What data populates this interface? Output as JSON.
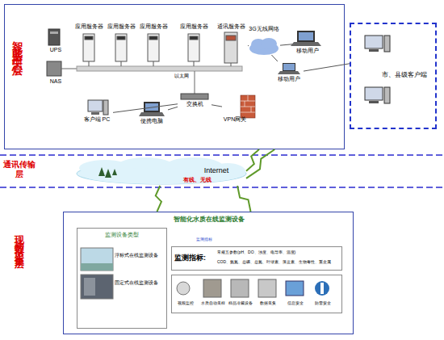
{
  "diagram": {
    "nodes": [
      {
        "text": [
          "智能监控中心层"
        ]
      },
      {
        "text": [
          "UPS"
        ],
        "in": 0
      },
      {
        "text": [
          "NAS"
        ],
        "in": 0
      },
      {
        "text": [
          "应用服务器"
        ],
        "in": 0
      },
      {
        "text": [
          "应用服务器"
        ],
        "in": 0
      },
      {
        "text": [
          "应用服务器"
        ],
        "in": 0
      },
      {
        "text": [
          "应用服务器"
        ],
        "in": 0
      },
      {
        "text": [
          "通讯服务器"
        ],
        "in": 0
      },
      {
        "text": [
          "3G无线网络"
        ],
        "in": 0
      },
      {
        "text": [
          "移动用户"
        ],
        "in": 0
      },
      {
        "text": [
          "移动用户"
        ],
        "in": 0
      },
      {
        "text": [
          "交换机"
        ],
        "in": 0
      },
      {
        "text": [
          "客户端 PC"
        ],
        "in": 0
      },
      {
        "text": [
          "便携电脑"
        ],
        "in": 0
      },
      {
        "text": [
          "VPN网关"
        ],
        "in": 0
      },
      {
        "text": [
          "市、县级客户端"
        ]
      },
      {
        "text": [
          "Internet"
        ]
      },
      {
        "text": [
          "智能化水质在线监测设备"
        ]
      },
      {
        "text": [
          "监测设备类型",
          "浮标式在线监测设备",
          "固定式在线监测设备"
        ],
        "in": 17
      },
      {
        "text": [
          "监测指标",
          "监测指标:",
          "常规五参数(pH、DO、浊度、电导率、温度)",
          "COD、氨氮、总磷、总氮、叶绿素、藻蓝素、生物毒性、重金属"
        ],
        "in": 17
      },
      {
        "text": [
          "视频监控",
          "水质自动采样",
          "样品冷藏设备",
          "数据采集",
          "信息安全",
          "防雷安全"
        ],
        "in": 17
      }
    ],
    "edges": [
      {
        "from": 0,
        "to": 16,
        "arrow": "none"
      },
      {
        "from": 0,
        "to": 16,
        "arrow": "none"
      },
      {
        "from": 16,
        "to": 17,
        "arrow": "none"
      },
      {
        "from": 16,
        "to": 17,
        "arrow": "none"
      },
      {
        "from": 7,
        "to": 8,
        "arrow": "none"
      },
      {
        "from": 8,
        "to": 9,
        "arrow": "none"
      },
      {
        "from": 8,
        "to": 10,
        "arrow": "none"
      },
      {
        "from": 10,
        "to": 15,
        "arrow": "none"
      },
      {
        "from": 11,
        "to": 12,
        "arrow": "none"
      },
      {
        "from": 11,
        "to": 13,
        "arrow": "none"
      },
      {
        "from": 11,
        "to": 14,
        "arrow": "none"
      }
    ],
    "labels": [
      "通讯传输层",
      "现场数据采集层",
      "以太网",
      "有线、无线"
    ]
  }
}
